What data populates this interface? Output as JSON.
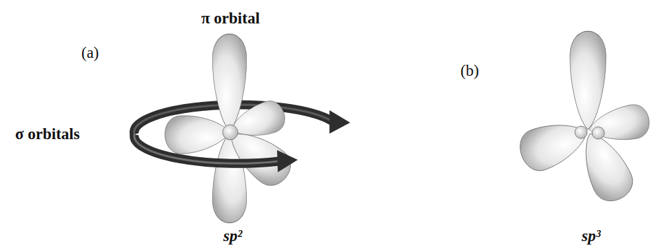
{
  "diagram": {
    "labels": [
      "π orbital",
      "(a)",
      "σ orbitals",
      "sp²",
      "(b)",
      "sp³"
    ]
  }
}
